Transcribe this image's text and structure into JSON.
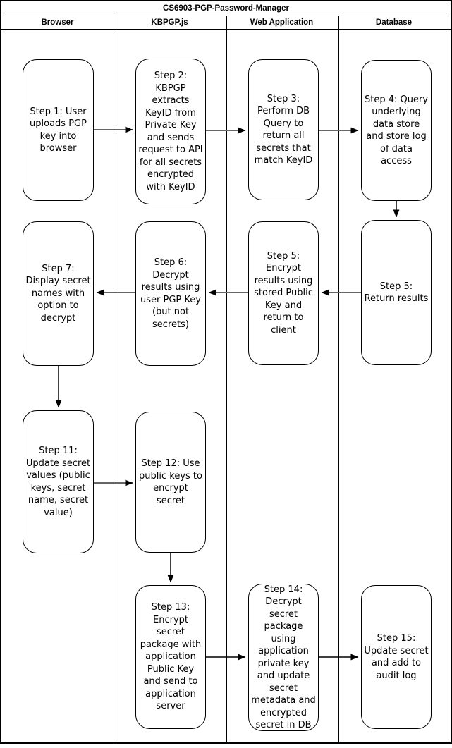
{
  "title": "CS6903-PGP-Password-Manager",
  "lanes": [
    {
      "label": "Browser"
    },
    {
      "label": "KBPGP.js"
    },
    {
      "label": "Web Application"
    },
    {
      "label": "Database"
    }
  ],
  "boxes": {
    "step1": {
      "lane": "Browser",
      "text": "Step 1: User uploads PGP key into browser"
    },
    "step2": {
      "lane": "KBPGP.js",
      "text": "Step 2: KBPGP extracts KeyID from Private Key and sends request to API for all secrets encrypted with KeyID"
    },
    "step3": {
      "lane": "Web Application",
      "text": "Step 3: Perform DB Query to return all secrets that match KeyID"
    },
    "step4": {
      "lane": "Database",
      "text": "Step 4: Query underlying data store and store log of data access"
    },
    "step5_return": {
      "lane": "Database",
      "text": "Step 5: Return results"
    },
    "step5_encrypt": {
      "lane": "Web Application",
      "text": "Step 5: Encrypt results using stored Public Key and return to client"
    },
    "step6": {
      "lane": "KBPGP.js",
      "text": "Step 6: Decrypt results using user PGP Key (but not secrets)"
    },
    "step7": {
      "lane": "Browser",
      "text": "Step 7: Display secret names with option to decrypt"
    },
    "step11": {
      "lane": "Browser",
      "text": "Step 11: Update secret values (public keys, secret name, secret value)"
    },
    "step12": {
      "lane": "KBPGP.js",
      "text": "Step 12: Use public keys to encrypt secret"
    },
    "step13": {
      "lane": "KBPGP.js",
      "text": "Step 13: Encrypt secret package with application Public Key and send to application server"
    },
    "step14": {
      "lane": "Web Application",
      "text": "Step 14: Decrypt secret package using application private key and update secret metadata and encrypted secret in DB"
    },
    "step15": {
      "lane": "Database",
      "text": "Step 15: Update secret and add to audit log"
    }
  },
  "connectors": [
    {
      "from": "step1",
      "to": "step2",
      "direction": "right"
    },
    {
      "from": "step2",
      "to": "step3",
      "direction": "right"
    },
    {
      "from": "step3",
      "to": "step4",
      "direction": "right"
    },
    {
      "from": "step4",
      "to": "step5_return",
      "direction": "down"
    },
    {
      "from": "step5_return",
      "to": "step5_encrypt",
      "direction": "left"
    },
    {
      "from": "step5_encrypt",
      "to": "step6",
      "direction": "left"
    },
    {
      "from": "step6",
      "to": "step7",
      "direction": "left"
    },
    {
      "from": "step7",
      "to": "step11",
      "direction": "down"
    },
    {
      "from": "step11",
      "to": "step12",
      "direction": "right"
    },
    {
      "from": "step12",
      "to": "step13",
      "direction": "down"
    },
    {
      "from": "step13",
      "to": "step14",
      "direction": "right"
    },
    {
      "from": "step14",
      "to": "step15",
      "direction": "right"
    }
  ],
  "colors": {
    "background": "#ffffff",
    "line": "#000000",
    "arrow_shaft_gray": "#666666",
    "arrow_head": "#000000"
  }
}
